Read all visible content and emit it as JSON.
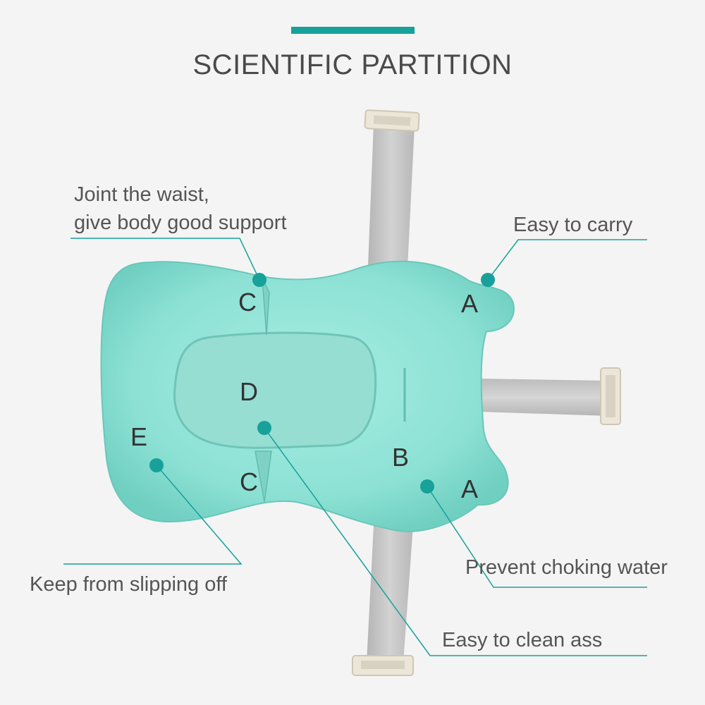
{
  "header": {
    "title": "SCIENTIFIC PARTITION"
  },
  "callouts": {
    "waist_line1": "Joint the waist,",
    "waist_line2": "give body good support",
    "carry": "Easy to carry",
    "slip": "Keep from slipping off",
    "choking": "Prevent choking water",
    "clean": "Easy to clean ass"
  },
  "zones": {
    "c_top": "C",
    "a_top": "A",
    "d": "D",
    "e": "E",
    "b": "B",
    "c_bottom": "C",
    "a_bottom": "A"
  },
  "colors": {
    "accent": "#17a19a",
    "cushion": "#8fe3d6",
    "strap": "#c7c7c7",
    "text": "#555555"
  }
}
